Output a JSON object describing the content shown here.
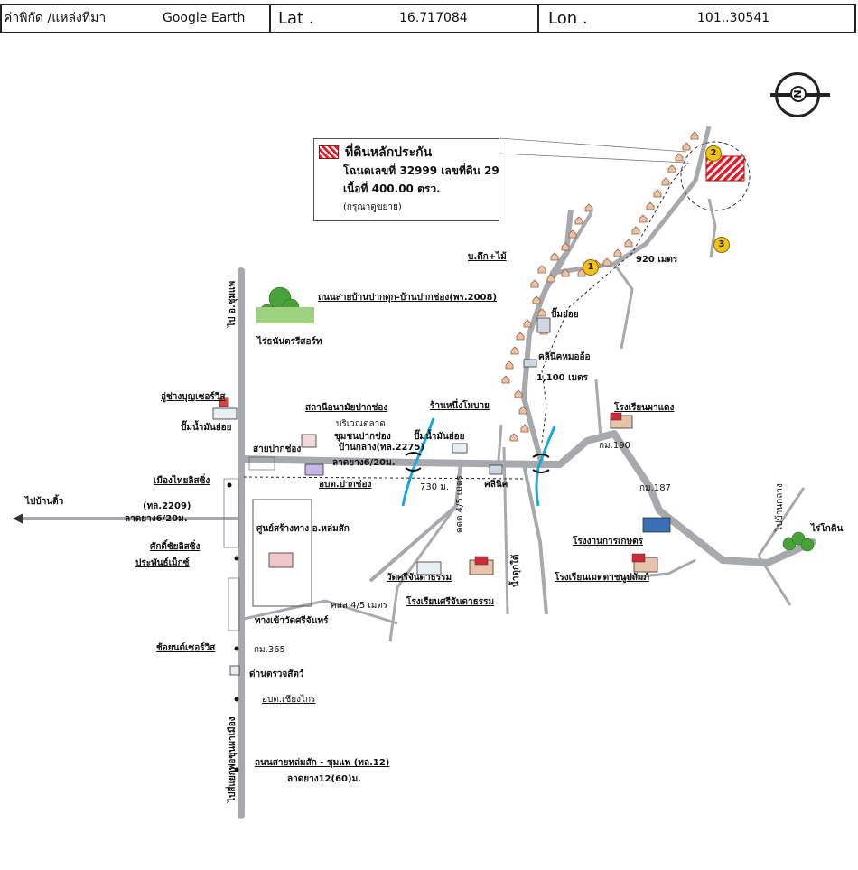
{
  "header": {
    "coord_label": "ค่าพิกัด /แหล่งที่มา",
    "source": "Google Earth",
    "lat_label": "Lat .",
    "lat_value": "16.717084",
    "lon_label": "Lon .",
    "lon_value": "101..30541"
  },
  "compass": {
    "letter": "N",
    "icon": "compass-icon"
  },
  "legend": {
    "title": "ที่ดินหลักประกัน",
    "deed": "โฉนดเลขที่ 32999 เลขที่ดิน 29",
    "area": "เนื้อที่ 400.00 ตรว.",
    "note": "(กรุณาดูขยาย)",
    "swatch_color": "#e21d2b"
  },
  "markers": [
    "1",
    "2",
    "3"
  ],
  "labels": {
    "house_mixed": "บ.ตึก+ไม้",
    "dist_920": "920 เมตร",
    "road_2008": "ถนนสายบ้านปากดุก-บ้านปากช่อง(พร.2008)",
    "gas_station_small": "ปั๊มย่อย",
    "clinic_doctor": "คลินิคหมออ้อ",
    "dist_1100": "1,100 เมตร",
    "noodle_shop": "ร้านหนึ่งโมบาย",
    "school_phadaeng": "โรงเรียนผาแดง",
    "km_190": "กม.190",
    "km_187": "กม.187",
    "agri_office": "โรงงานการเกษตร",
    "school_methadhupatham": "โรงเรียนเมตตาชนูปถัมภ์",
    "to_ban_klang": "ไปบ้านกลาง",
    "rai_kathin": "ไร่โกคิน",
    "to_chumphae": "ไป อ.ชุมแพ",
    "resort": "ไร่ธนันตรรีสอร์ท",
    "garage": "อู่ช่างบุญเซอร์วิส",
    "gas_station_nan": "ปั๊มน้ำมันย่อย",
    "health_center": "สถานีอนามัยปากช่อง",
    "market_area": "บริเวณตลาด",
    "community": "ชุมชนปากช่อง",
    "ban_klang_road": "บ้านกลาง(ทล.2275)",
    "gas_station_center": "ปั๊มน้ำมันย่อย",
    "pak_chong_road": "สายปากช่อง",
    "paved_6_20": "ลาดยาง6/20ม.",
    "tao_pak_chong": "อบต.ปากช่อง",
    "dist_730": "730 ม.",
    "clinic": "คลินิค",
    "dirt_4_5_a": "ดดด 4/5 เมตร",
    "muang_thai": "เมืองไทยลิสซิ่ง",
    "road_2209": "(ทล.2209)",
    "paved_6_20_b": "ลาดยาง6/20ม.",
    "to_ban_tio": "ไปบ้านติ้ว",
    "sakdi": "ศักดิ์ชัยลิสซิ่ง",
    "prapan": "ประพันธ์เม็กซ์",
    "lomsak_center": "ศูนย์สร้างทาง อ.หล่มสัก",
    "wat_name": "วัดศรีจันดาธรรม",
    "school_sri": "โรงเรียนศรีจันดาธรรม",
    "nam_dukai": "น้ำดุกใต้",
    "dirt_4_5_b": "คสล 4/5 เมตร",
    "wat_entrance": "ทางเข้าวัดศรีจันทร์",
    "chonlak": "ช้อยนต์เซอร์วิส",
    "km_365": "กม.365",
    "checkpoint": "ด่านตรวจสัตว์",
    "tao_chiangkrai": "อบต.เชียงไกร",
    "to_junction": "ไปสี่แยกพ่อขุนผาเมือง",
    "road_12": "ถนนสายหล่มสัก - ชุมแพ (ทล.12)",
    "paved_12_60": "ลาดยาง12(60)ม."
  },
  "colors": {
    "road": "#a8a9ad",
    "river": "#1aa8d8",
    "parcel": "#e21d2b",
    "house": "#c98862",
    "marker": "#f2c21b"
  }
}
